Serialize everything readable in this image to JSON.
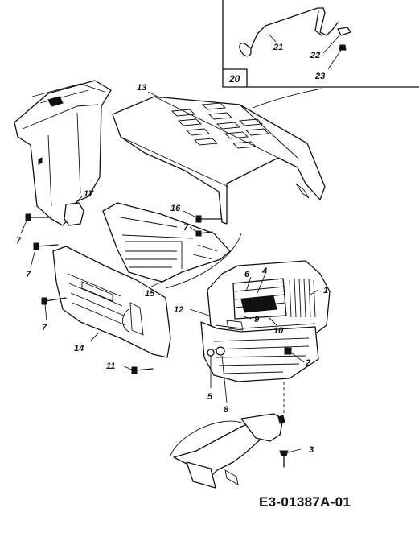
{
  "drawing_code": "E3-01387A-01",
  "inset": {
    "label": "20"
  },
  "callouts": {
    "c1": "1",
    "c2": "2",
    "c3": "3",
    "c4": "4",
    "c5": "5",
    "c6": "6",
    "c7a": "7",
    "c7b": "7",
    "c7c": "7",
    "c7d": "7",
    "c8": "8",
    "c9": "9",
    "c10": "10",
    "c11": "11",
    "c12": "12",
    "c13": "13",
    "c14": "14",
    "c15": "15",
    "c16": "16",
    "c17": "17",
    "c21": "21",
    "c22": "22",
    "c23": "23"
  }
}
